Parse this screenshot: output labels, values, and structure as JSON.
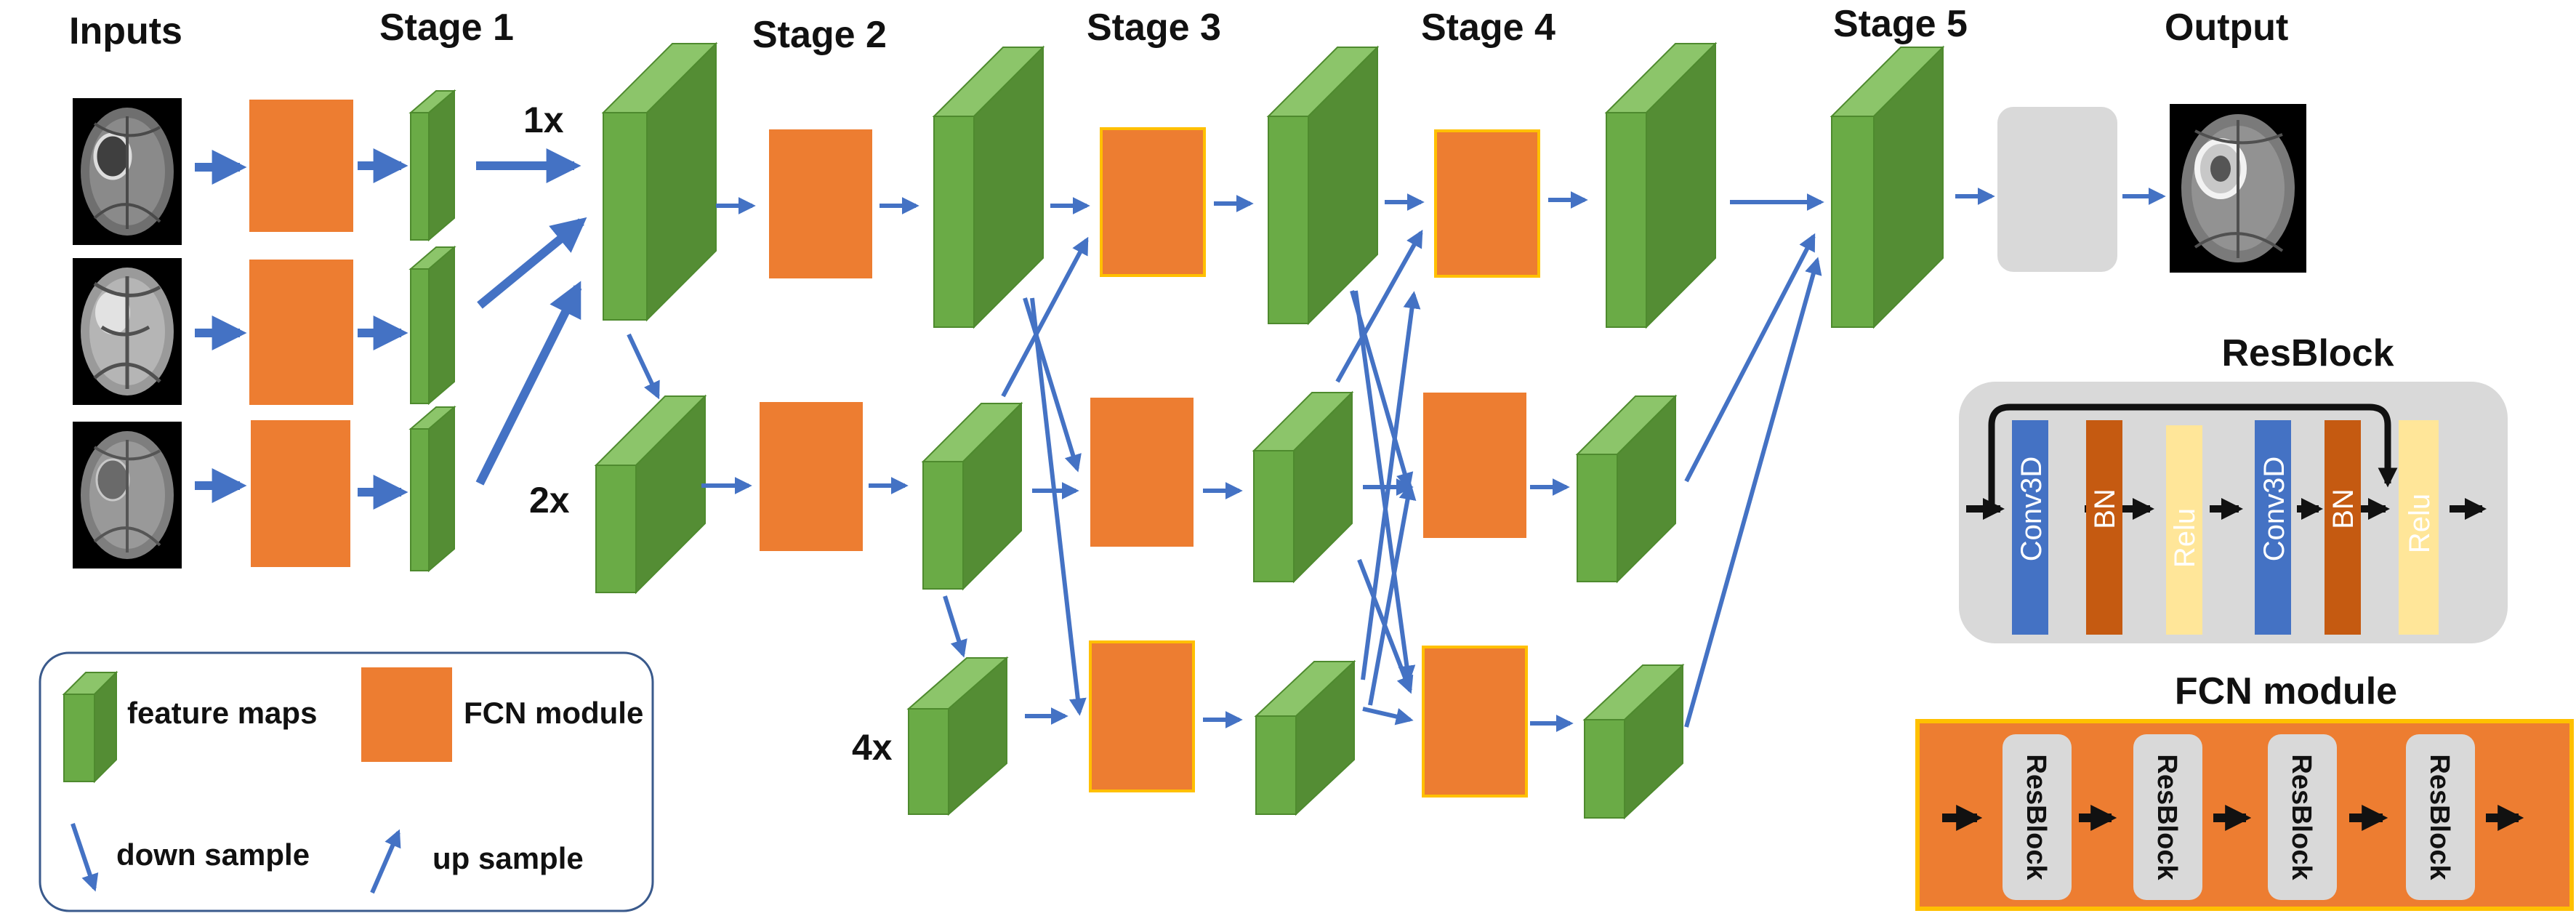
{
  "stages": {
    "inputs": "Inputs",
    "stage1": "Stage 1",
    "stage2": "Stage 2",
    "stage3": "Stage 3",
    "stage4": "Stage 4",
    "stage5": "Stage 5",
    "output": "Output"
  },
  "scales": {
    "s1": "1x",
    "s2": "2x",
    "s4": "4x"
  },
  "legend": {
    "feature_maps": "feature maps",
    "fcn_module": "FCN module",
    "down_sample": "down sample",
    "up_sample": "up sample"
  },
  "resblock": {
    "title": "ResBlock",
    "blocks": [
      "Conv3D",
      "BN",
      "Relu",
      "Conv3D",
      "BN",
      "Relu"
    ]
  },
  "fcn": {
    "title": "FCN module",
    "blocks": [
      "ResBlock",
      "ResBlock",
      "ResBlock",
      "ResBlock"
    ]
  },
  "colors": {
    "cube_front": "#6aab46",
    "cube_side": "#548d34",
    "cube_top": "#8cc56a",
    "fcn_orange": "#ed7d31",
    "arrow_blue": "#4472c4",
    "conv_blue": "#4472c4",
    "bn_orange": "#c55a11",
    "relu_yellow": "#ffe699",
    "panel_grey": "#d9d9d9",
    "fcn_border": "#ffc000"
  }
}
